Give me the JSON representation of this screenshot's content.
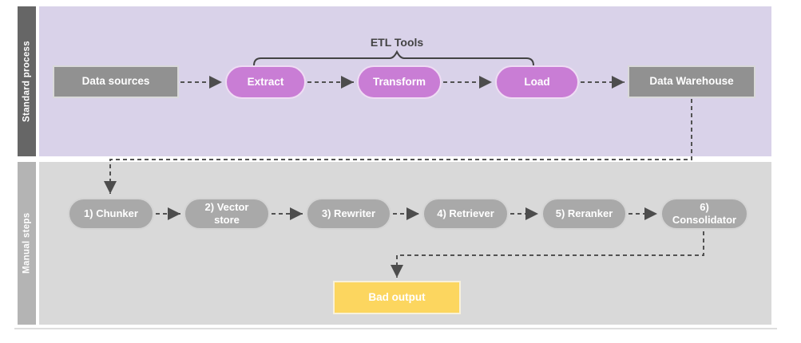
{
  "diagram": {
    "lanes": {
      "standard": {
        "label": "Standard process"
      },
      "manual": {
        "label": "Manual steps"
      }
    },
    "standard": {
      "brace_label": "ETL Tools",
      "nodes": {
        "data_sources": "Data sources",
        "extract": "Extract",
        "transform": "Transform",
        "load": "Load",
        "data_warehouse": "Data Warehouse"
      }
    },
    "manual": {
      "steps": [
        "1) Chunker",
        "2) Vector store",
        "3) Rewriter",
        "4) Retriever",
        "5) Reranker",
        "6) Consolidator"
      ],
      "bad_output": "Bad output"
    },
    "colors": {
      "lane_standard_bg": "#d9d2e9",
      "lane_standard_label_bg": "#666666",
      "lane_manual_bg": "#d9d9d9",
      "lane_manual_label_bg": "#b4b4b4",
      "etl_pill_fill": "#c97dd5",
      "etl_pill_border": "#efdcf4",
      "gray_box_fill": "#919191",
      "manual_pill_fill": "#a9a9a9",
      "bad_output_fill": "#fcd65f",
      "connector_stroke": "#525252",
      "node_text": "#ffffff",
      "brace_text": "#434343"
    }
  }
}
